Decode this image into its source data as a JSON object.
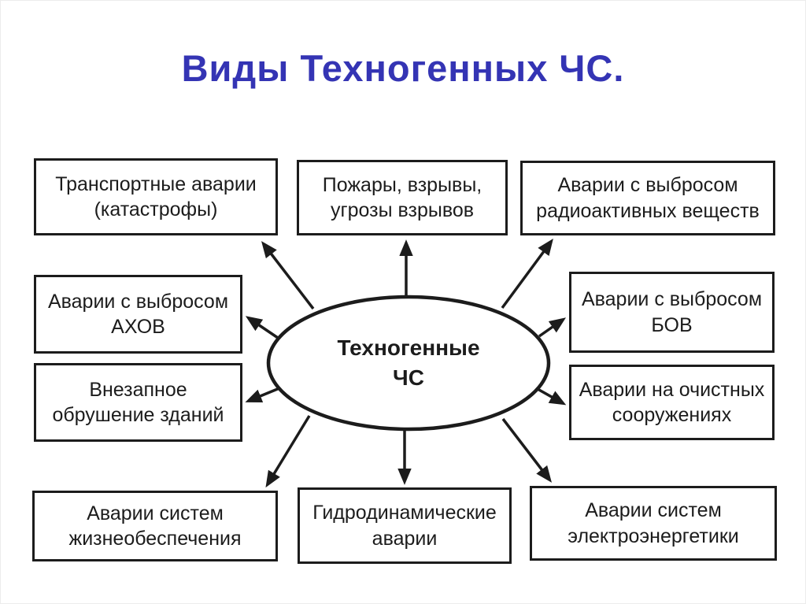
{
  "title": "Виды Техногенных ЧС.",
  "colors": {
    "title_blue": "#3434b4",
    "line_black": "#1c1c1c",
    "background": "#ffffff"
  },
  "diagram": {
    "center": {
      "label": "Техногенные\nЧС"
    },
    "nodes": [
      {
        "id": "transport",
        "label": "Транспортные аварии\n(катастрофы)"
      },
      {
        "id": "fires",
        "label": "Пожары, взрывы,\nугрозы взрывов"
      },
      {
        "id": "radioactive",
        "label": "Аварии с выбросом\nрадиоактивных веществ"
      },
      {
        "id": "akhov",
        "label": "Аварии с выбросом\nАХОВ"
      },
      {
        "id": "collapse",
        "label": "Внезапное\nобрушение зданий"
      },
      {
        "id": "bov",
        "label": "Аварии с выбросом\nБОВ"
      },
      {
        "id": "sewage",
        "label": "Аварии на очистных\nсооружениях"
      },
      {
        "id": "life_support",
        "label": "Аварии систем\nжизнеобеспечения"
      },
      {
        "id": "hydro",
        "label": "Гидродинамические\nаварии"
      },
      {
        "id": "electro",
        "label": "Аварии систем\nэлектроэнергетики"
      }
    ]
  }
}
